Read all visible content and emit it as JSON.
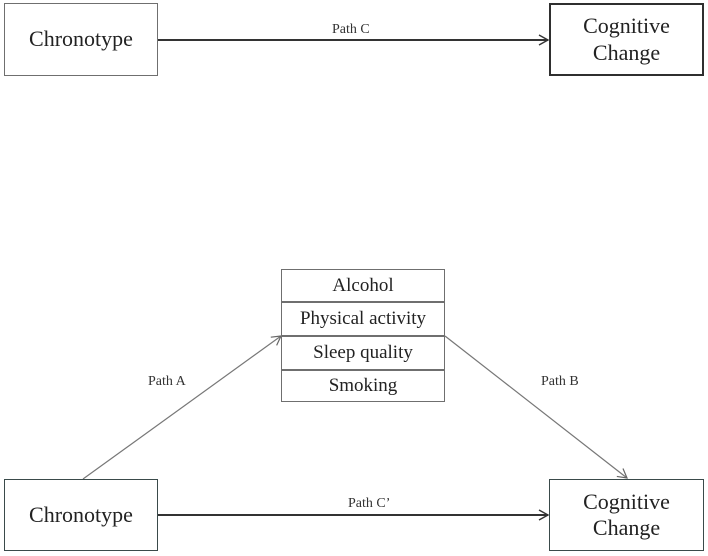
{
  "top_model": {
    "predictor": "Chronotype",
    "outcome": [
      "Cognitive",
      "Change"
    ],
    "path_label": "Path C"
  },
  "mediation_model": {
    "predictor": "Chronotype",
    "outcome": [
      "Cognitive",
      "Change"
    ],
    "mediators": [
      "Alcohol",
      "Physical activity",
      "Sleep quality",
      "Smoking"
    ],
    "paths": {
      "a": "Path A",
      "b": "Path B",
      "c_prime": "Path C’"
    }
  }
}
